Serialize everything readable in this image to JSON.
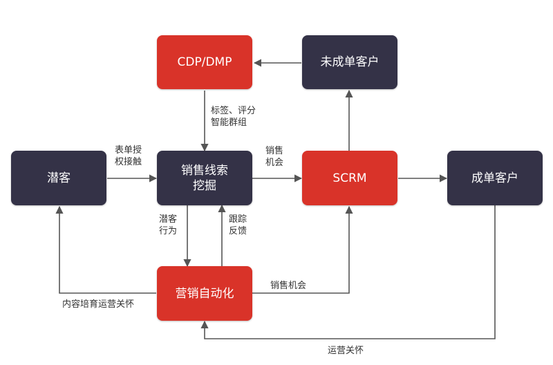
{
  "colors": {
    "dark_node": "#343247",
    "red_node": "#D93329",
    "line": "#555555",
    "text": "#333333"
  },
  "nodes": {
    "cdp_dmp": "CDP/DMP",
    "unconverted_customers": "未成单客户",
    "prospects": "潜客",
    "lead_mining": "销售线索\n挖掘",
    "scrm": "SCRM",
    "converted_customers": "成单客户",
    "marketing_automation": "营销自动化"
  },
  "edge_labels": {
    "tags_scoring": "标签、评分\n智能群组",
    "form_auth_touch": "表单授\n权接触",
    "sales_opportunity_top": "销售\n机会",
    "prospect_behavior": "潜客\n行为",
    "tracking_feedback": "跟踪\n反馈",
    "sales_opportunity_bottom": "销售机会",
    "content_nurture_ops": "内容培育运营关怀",
    "ops_care": "运营关怀"
  }
}
